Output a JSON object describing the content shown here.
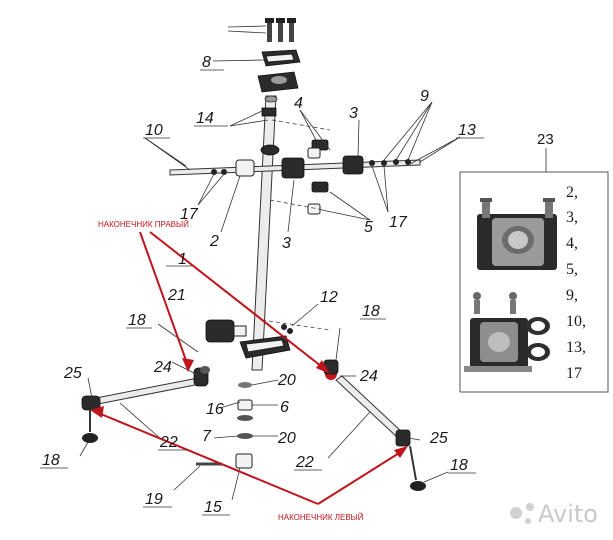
{
  "callouts": {
    "c1": "1",
    "c2": "2",
    "c3a": "3",
    "c3b": "3",
    "c4": "4",
    "c5": "5",
    "c6": "6",
    "c7": "7",
    "c8": "8",
    "c9": "9",
    "c10": "10",
    "c12": "12",
    "c13": "13",
    "c14": "14",
    "c15": "15",
    "c16": "16",
    "c17a": "17",
    "c17b": "17",
    "c18a": "18",
    "c18b": "18",
    "c18c": "18",
    "c18d": "18",
    "c19": "19",
    "c20a": "20",
    "c20b": "20",
    "c21": "21",
    "c22a": "22",
    "c22b": "22",
    "c24a": "24",
    "c24b": "24",
    "c25a": "25",
    "c25b": "25"
  },
  "red_labels": {
    "right_tip": "НАКОНЕЧНИК ПРАВЫЙ",
    "left_tip": "НАКОНЕЧНИК ЛЕВЫЙ"
  },
  "kit": {
    "title": "23",
    "items": [
      "2,",
      "3,",
      "4,",
      "5,",
      "9,",
      "10,",
      "13,",
      "17"
    ]
  },
  "watermark": {
    "text": "Avito"
  },
  "colors": {
    "accent_red": "#c0141c",
    "line": "#333333"
  }
}
